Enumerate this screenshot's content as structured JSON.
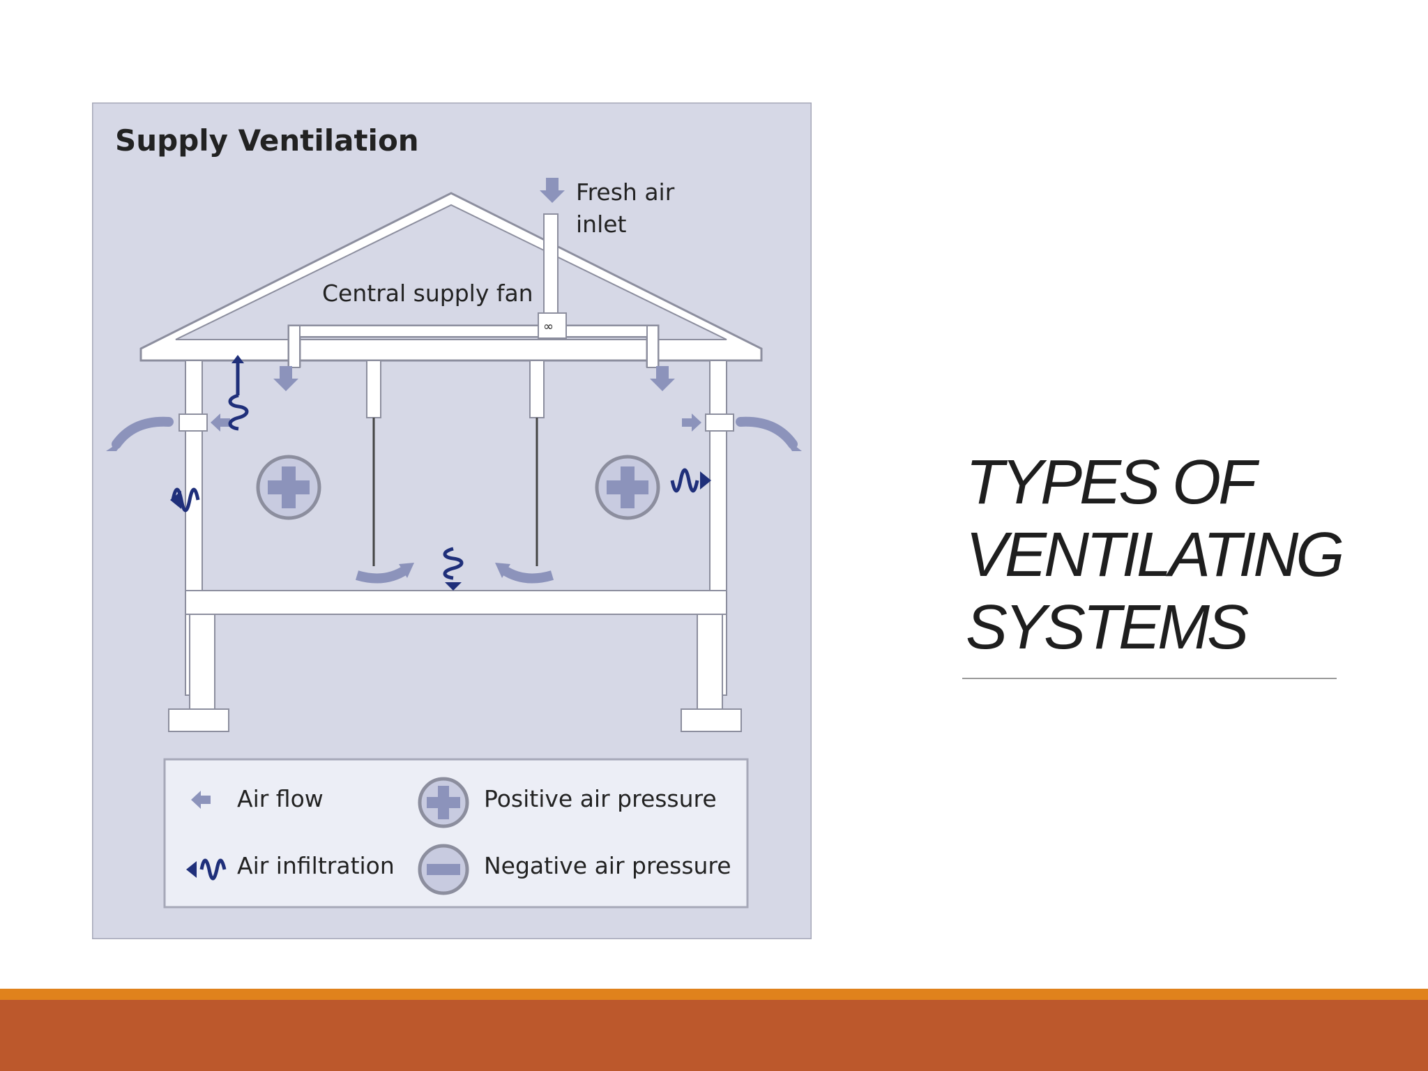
{
  "diagram": {
    "title": "Supply Ventilation",
    "labels": {
      "fresh_air_line1": "Fresh air",
      "fresh_air_line2": "inlet",
      "central_fan": "Central supply fan"
    },
    "legend": {
      "air_flow": "Air flow",
      "air_infiltration": "Air infiltration",
      "positive_pressure": "Positive air pressure",
      "negative_pressure": "Negative air pressure"
    },
    "colors": {
      "panel_bg": "#d6d8e6",
      "panel_border": "#a6a8b8",
      "house_fill": "#ffffff",
      "house_stroke": "#8c8e9e",
      "arrow_light": "#8c93bb",
      "arrow_dark": "#1f2f7a",
      "legend_bg": "#eceef6"
    }
  },
  "slide": {
    "title_lines": [
      "TYPES OF",
      "VENTILATING",
      "SYSTEMS"
    ]
  },
  "footer": {
    "accent_color": "#e0821c",
    "band_color": "#bc582c"
  }
}
